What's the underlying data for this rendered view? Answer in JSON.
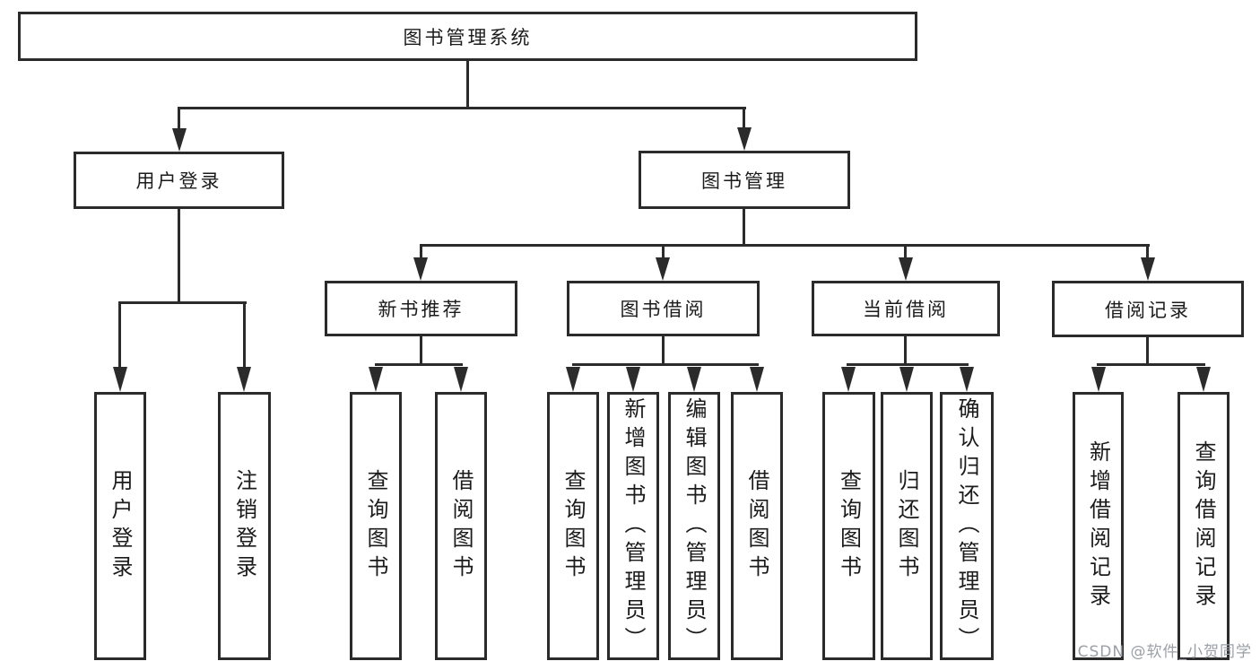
{
  "diagram": {
    "root": "图书管理系统",
    "level2": {
      "user_login": "用户登录",
      "book_management": "图书管理"
    },
    "level3": {
      "new_book_recommend": "新书推荐",
      "book_borrowing": "图书借阅",
      "current_borrowing": "当前借阅",
      "borrowing_records": "借阅记录"
    },
    "leaves": {
      "user_login": "用户登录",
      "logout_login": "注销登录",
      "recommend_query_books": "查询图书",
      "recommend_borrow_books": "借阅图书",
      "borrowing_query_books": "查询图书",
      "borrowing_add_books": "新增图书（管理员）",
      "borrowing_edit_books": "编辑图书（管理员）",
      "borrowing_borrow_books": "借阅图书",
      "current_query_books": "查询图书",
      "current_return_books": "归还图书",
      "current_confirm_return": "确认归还（管理员）",
      "records_add_record": "新增借阅记录",
      "records_query_record": "查询借阅记录"
    }
  },
  "watermark": "CSDN @软件_小贺同学",
  "colors": {
    "line": "#2b2b2b",
    "text": "#1b1b1b",
    "watermark": "#9aa0a6",
    "background": "#ffffff"
  }
}
